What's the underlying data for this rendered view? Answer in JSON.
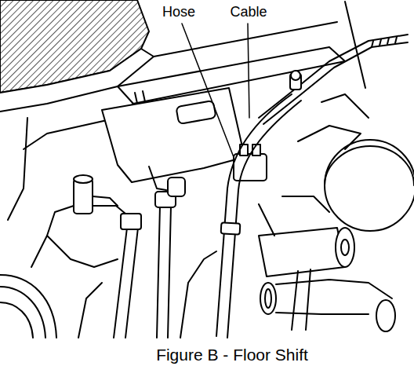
{
  "diagram": {
    "caption": "Figure B - Floor Shift",
    "labels": [
      "Hose",
      "Cable"
    ]
  }
}
